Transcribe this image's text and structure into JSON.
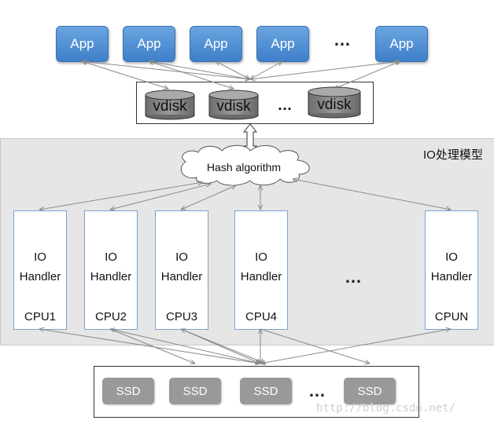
{
  "apps": [
    "App",
    "App",
    "App",
    "App",
    "App"
  ],
  "ellipsis": "…",
  "vdisks": [
    "vdisk",
    "vdisk",
    "vdisk"
  ],
  "region_title": "IO处理模型",
  "hash_label": "Hash algorithm",
  "handlers": [
    {
      "line1": "IO",
      "line2": "Handler",
      "cpu": "CPU1"
    },
    {
      "line1": "IO",
      "line2": "Handler",
      "cpu": "CPU2"
    },
    {
      "line1": "IO",
      "line2": "Handler",
      "cpu": "CPU3"
    },
    {
      "line1": "IO",
      "line2": "Handler",
      "cpu": "CPU4"
    },
    {
      "line1": "IO",
      "line2": "Handler",
      "cpu": "CPUN"
    }
  ],
  "ssds": [
    "SSD",
    "SSD",
    "SSD",
    "SSD"
  ],
  "watermark": "http://blog.csdn.net/",
  "colors": {
    "app": "#4a8ad4",
    "vdisk": "#8a8a8a",
    "ssd": "#999999",
    "region": "#e6e6e6",
    "handler_border": "#7aa4d0"
  }
}
